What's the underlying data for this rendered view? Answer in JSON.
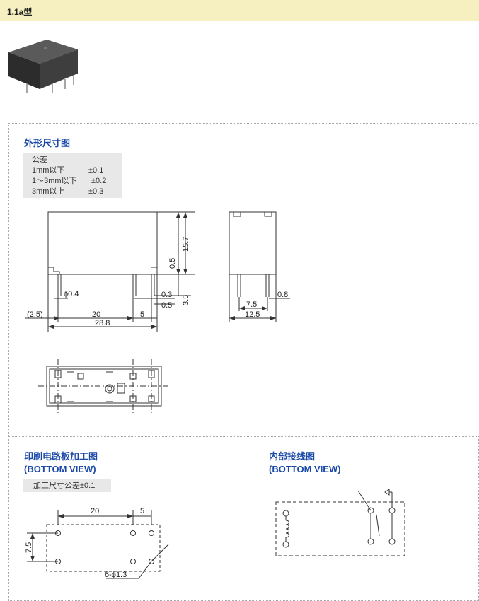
{
  "header": {
    "title": "1.1a型"
  },
  "outline": {
    "title": "外形尺寸图",
    "tolerance": {
      "heading": "公差",
      "rows": [
        {
          "range": "1mm以下",
          "value": "±0.1"
        },
        {
          "range": "1～3mm以下",
          "value": "±0.2"
        },
        {
          "range": "3mm以上",
          "value": "±0.3"
        }
      ]
    },
    "dims": {
      "d_pin": "ϕ0.4",
      "d_03": "0.3",
      "d_05": "0.5",
      "d_05b": "0.5",
      "d_157": "15.7",
      "d_35": "3.5",
      "d_25": "(2.5)",
      "d_20": "20",
      "d_5": "5",
      "d_288": "28.8",
      "d_08": "0.8",
      "d_75": "7.5",
      "d_125": "12.5"
    }
  },
  "pcb": {
    "title1": "印刷电路板加工图",
    "title2": "(BOTTOM VIEW)",
    "note": "加工尺寸公差±0.1",
    "dims": {
      "d_20": "20",
      "d_5": "5",
      "d_75": "7.5",
      "holes": "6-ϕ1.3"
    }
  },
  "wiring": {
    "title1": "内部接线图",
    "title2": "(BOTTOM VIEW)"
  },
  "colors": {
    "title_bar": "#f6f0c0",
    "section_title": "#1a49a8",
    "note_bg": "#e8e8e8"
  }
}
